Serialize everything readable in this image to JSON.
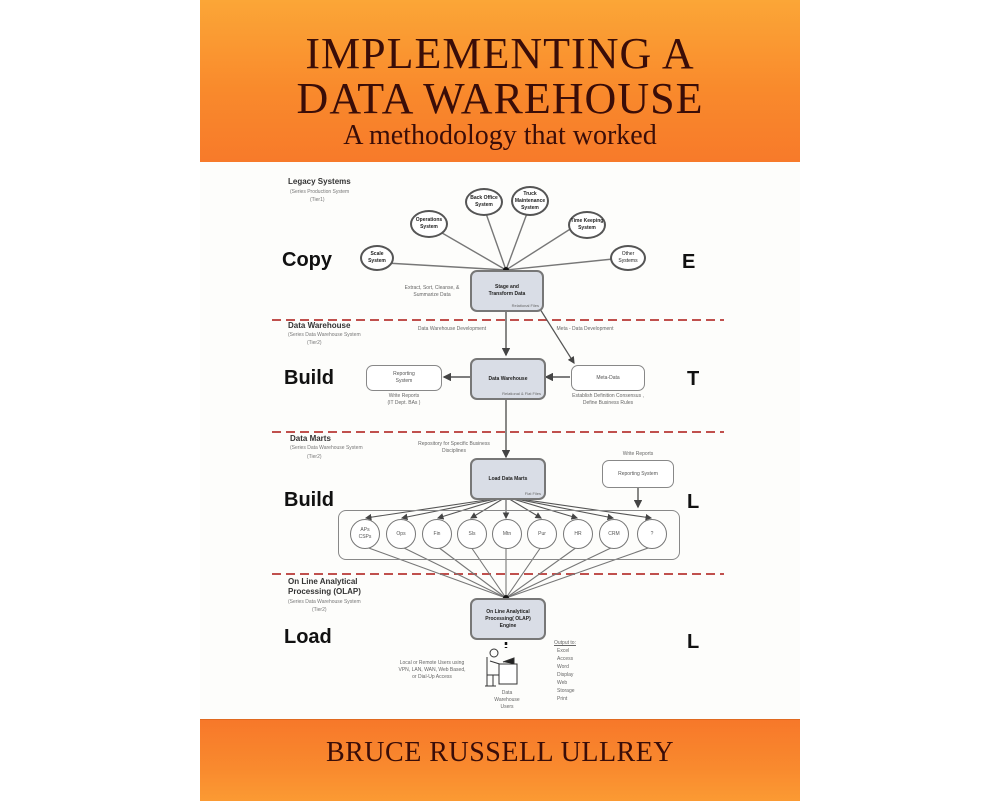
{
  "book": {
    "title_line1": "IMPLEMENTING A",
    "title_line2": "DATA WAREHOUSE",
    "subtitle": "A methodology that worked",
    "author": "BRUCE RUSSELL ULLREY"
  },
  "colors": {
    "band_top": "#fba637",
    "band_bottom": "#f77a2a",
    "title_text": "#3a0d08",
    "dashed_divider": "#c0504d",
    "box_fill": "#d9dde6"
  },
  "diagram": {
    "sections": [
      {
        "title": "Legacy Systems",
        "subtitle": "(Series Production System",
        "tier": "(Tier1)",
        "phase": "Copy",
        "letter": "E"
      },
      {
        "title": "Data Warehouse",
        "subtitle": "(Series Data Warehouse System",
        "tier": "(Tier2)",
        "phase": "Build",
        "letter": "T"
      },
      {
        "title": "Data Marts",
        "subtitle": "(Series Data Warehouse System",
        "tier": "(Tier2)",
        "phase": "Build",
        "letter": "L"
      },
      {
        "title_line1": "On Line Analytical",
        "title_line2": "Processing  (OLAP)",
        "subtitle": "(Series Data Warehouse System",
        "tier": "(Tier2)",
        "phase": "Load",
        "letter": "L"
      }
    ],
    "legacy_sources": [
      {
        "label": "Back Office System"
      },
      {
        "label": "Truck Maintenance System"
      },
      {
        "label": "Operations System"
      },
      {
        "label": "Time Keeping System"
      },
      {
        "label": "Scale System"
      },
      {
        "label": "Other Systems"
      }
    ],
    "stage_box": {
      "label": "Stage and Transform Data",
      "footnote": "Relational Files"
    },
    "stage_note": "Extract, Sort, Cleanse, & Summarize Data",
    "dw_dev_note": "Data Warehouse Development",
    "meta_dev_note": "Meta - Data Development",
    "dw_box": {
      "label": "Data Warehouse",
      "footnote": "Relational & Flat Files"
    },
    "reporting_box": {
      "label": "Reporting System",
      "note_line1": "Write Reports",
      "note_line2": "(IT Dept. BAs )"
    },
    "metadata_box": {
      "label": "Meta-Data",
      "note_line1": "Establish Definition Consensus ,",
      "note_line2": "Define Business Rules"
    },
    "marts_note": "Repository for Specific Business Disciplines",
    "marts_box": {
      "label": "Load Data Marts",
      "footnote": "Flat Files"
    },
    "marts_reporting": {
      "label": "Reporting System",
      "note": "Write Reports"
    },
    "marts": [
      "APs CSPs",
      "Ops",
      "Fin",
      "Sls",
      "Mtn",
      "Pur",
      "HR",
      "CRM",
      "?"
    ],
    "olap_box": {
      "label": "On Line Analytical Processing( OLAP) Engine"
    },
    "users_note": "Local or Remote Users using VPN, LAN, WAN, Web Based, or Dial-Up Access",
    "users_label": "Data Warehouse Users",
    "output_title": "Output to:",
    "outputs": [
      "Excel",
      "Access",
      "Word",
      "Display",
      "Web",
      "Storage",
      "Print"
    ]
  }
}
